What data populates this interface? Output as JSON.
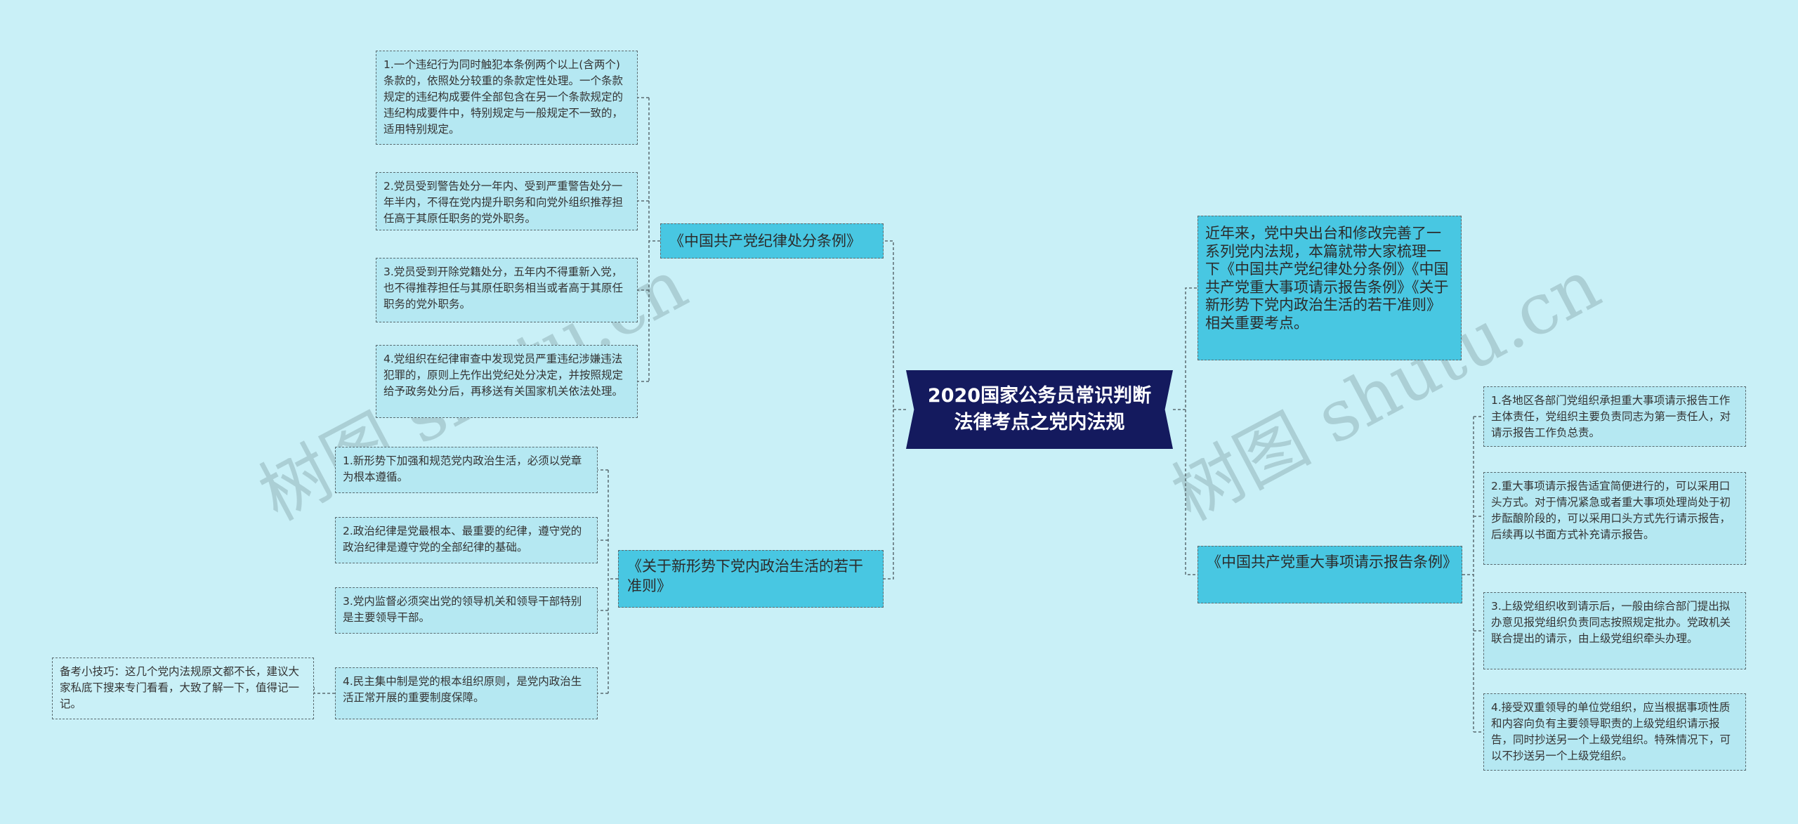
{
  "root": {
    "title": "2020国家公务员常识判断法律考点之党内法规"
  },
  "branches": {
    "discipline": {
      "label": "《中国共产党纪律处分条例》",
      "items": [
        "1.一个违纪行为同时触犯本条例两个以上(含两个)条款的，依照处分较重的条款定性处理。一个条款规定的违纪构成要件全部包含在另一个条款规定的违纪构成要件中，特别规定与一般规定不一致的，适用特别规定。",
        "2.党员受到警告处分一年内、受到严重警告处分一年半内，不得在党内提升职务和向党外组织推荐担任高于其原任职务的党外职务。",
        "3.党员受到开除党籍处分，五年内不得重新入党，也不得推荐担任与其原任职务相当或者高于其原任职务的党外职务。",
        "4.党组织在纪律审查中发现党员严重违纪涉嫌违法犯罪的，原则上先作出党纪处分决定，并按照规定给予政务处分后，再移送有关国家机关依法处理。"
      ]
    },
    "political_life": {
      "label": "《关于新形势下党内政治生活的若干准则》",
      "items": [
        "1.新形势下加强和规范党内政治生活，必须以党章为根本遵循。",
        "2.政治纪律是党最根本、最重要的纪律，遵守党的政治纪律是遵守党的全部纪律的基础。",
        "3.党内监督必须突出党的领导机关和领导干部特别是主要领导干部。",
        "4.民主集中制是党的根本组织原则，是党内政治生活正常开展的重要制度保障。"
      ],
      "note": "备考小技巧：这几个党内法规原文都不长，建议大家私底下搜来专门看看，大致了解一下，值得记一记。"
    },
    "intro": {
      "text": "近年来，党中央出台和修改完善了一系列党内法规，本篇就带大家梳理一下《中国共产党纪律处分条例》《中国共产党重大事项请示报告条例》《关于新形势下党内政治生活的若干准则》相关重要考点。"
    },
    "report": {
      "label": "《中国共产党重大事项请示报告条例》",
      "items": [
        "1.各地区各部门党组织承担重大事项请示报告工作主体责任，党组织主要负责同志为第一责任人，对请示报告工作负总责。",
        "2.重大事项请示报告适宜简便进行的，可以采用口头方式。对于情况紧急或者重大事项处理尚处于初步酝酿阶段的，可以采用口头方式先行请示报告，后续再以书面方式补充请示报告。",
        "3.上级党组织收到请示后，一般由综合部门提出拟办意见报党组织负责同志按照规定批办。党政机关联合提出的请示，由上级党组织牵头办理。",
        "4.接受双重领导的单位党组织，应当根据事项性质和内容向负有主要领导职责的上级党组织请示报告，同时抄送另一个上级党组织。特殊情况下，可以不抄送另一个上级党组织。"
      ]
    }
  },
  "watermarks": [
    "树图 shutu.cn",
    "树图 shutu.cn"
  ],
  "colors": {
    "background": "#c9f0f7",
    "root_fill": "#141a5e",
    "branch_fill": "#48c7e2",
    "leaf_fill": "#b5e8f2",
    "connector": "#5a6b70"
  }
}
